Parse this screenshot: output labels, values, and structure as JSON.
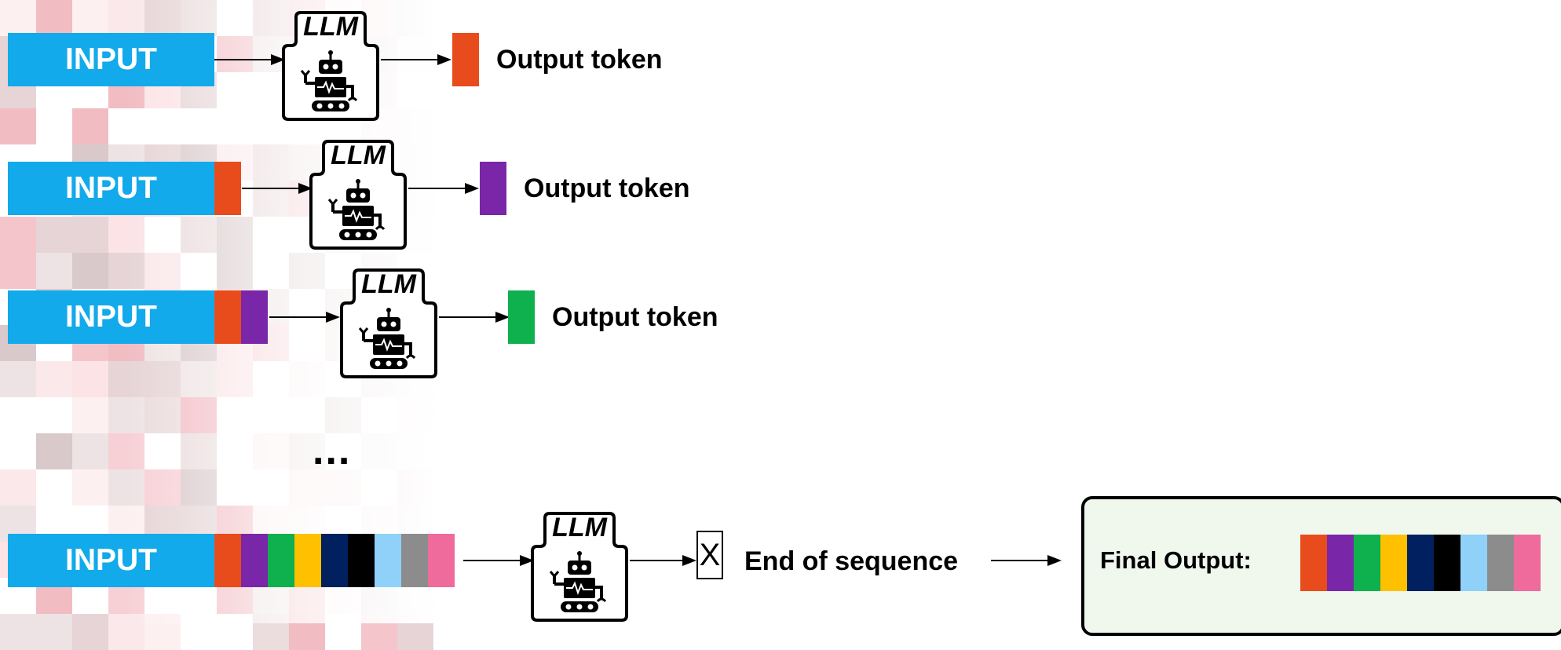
{
  "input_label": "INPUT",
  "llm_label": "LLM",
  "output_token_label": "Output token",
  "ellipsis": "...",
  "eos_symbol": "X",
  "eos_label": "End of sequence",
  "final_output_label": "Final Output:",
  "colors": {
    "input_blue": "#12aaea",
    "tokens": [
      "#e84c1c",
      "#7a26a8",
      "#0fb04e",
      "#ffc000",
      "#002060",
      "#000000",
      "#8fd1f8",
      "#8c8c8c",
      "#ee6b9c"
    ],
    "final_output_bg": "#f0f8ee"
  },
  "rows": [
    {
      "prior_tokens": 0,
      "output_token_index": 0
    },
    {
      "prior_tokens": 1,
      "output_token_index": 1
    },
    {
      "prior_tokens": 2,
      "output_token_index": 2
    },
    {
      "prior_tokens": 9,
      "output_token_index": null
    }
  ],
  "icons": [
    "robot-icon"
  ]
}
